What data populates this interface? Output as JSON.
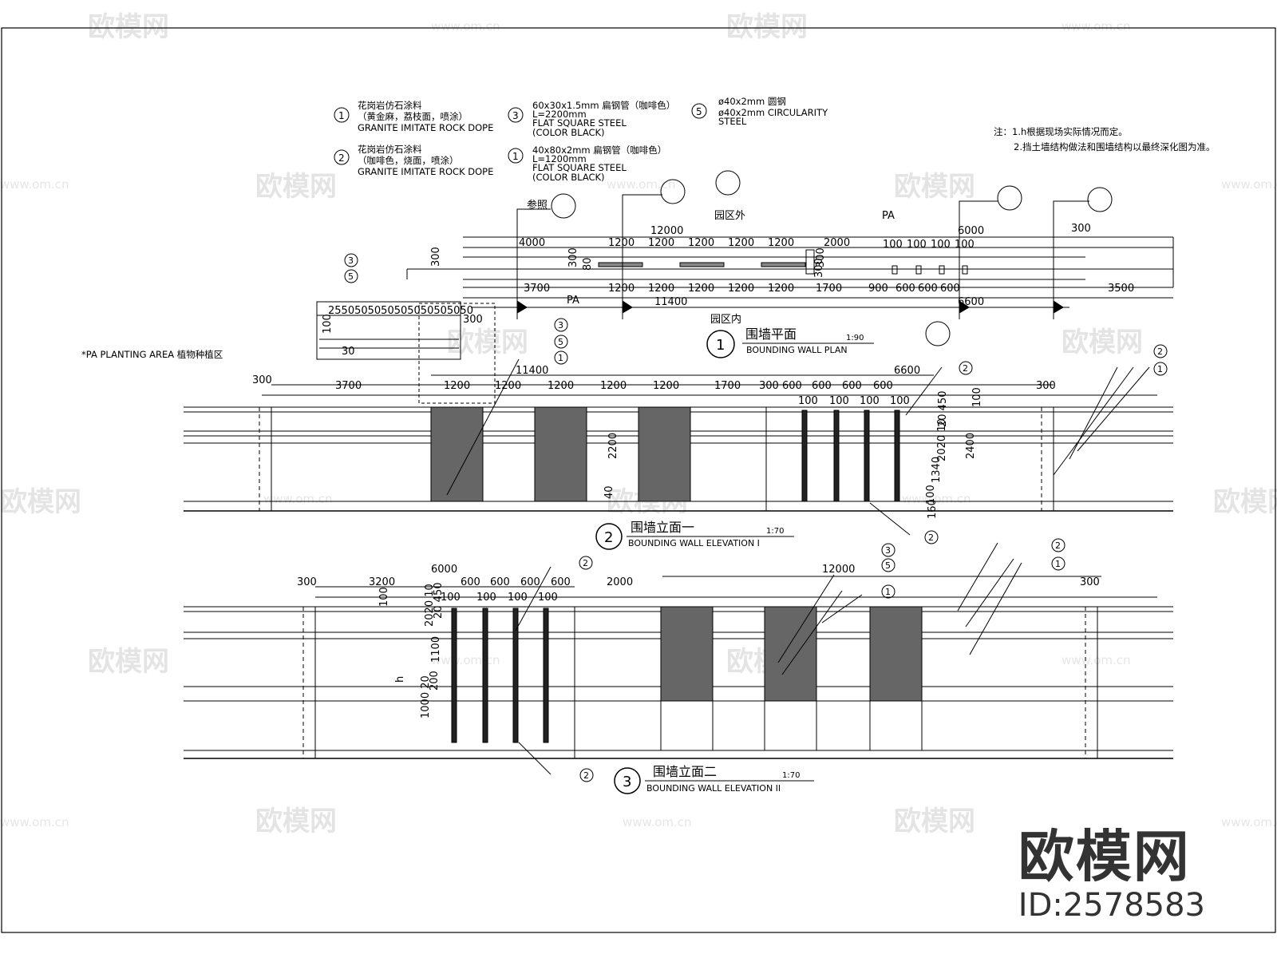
{
  "legend": {
    "items": [
      {
        "num": "1",
        "cn1": "花岗岩仿石涂料",
        "cn2": "（黄金麻，荔枝面，喷涂）",
        "en1": "GRANITE IMITATE ROCK DOPE",
        "en2": ""
      },
      {
        "num": "2",
        "cn1": "花岗岩仿石涂料",
        "cn2": "（咖啡色，烧面，喷涂）",
        "en1": "GRANITE IMITATE ROCK DOPE",
        "en2": ""
      },
      {
        "num": "3",
        "cn1": "60x30x1.5mm 扁钢管（咖啡色）",
        "cn2": "L=2200mm",
        "en1": "FLAT SQUARE STEEL",
        "en2": "(COLOR BLACK)"
      },
      {
        "num": "1",
        "cn1": "40x80x2mm 扁钢管（咖啡色）",
        "cn2": "L=1200mm",
        "en1": "FLAT SQUARE STEEL",
        "en2": "(COLOR BLACK)"
      },
      {
        "num": "5",
        "cn1": "ø40x2mm  圆钢",
        "cn2": "ø40x2mm  CIRCULARITY",
        "en1": "STEEL",
        "en2": ""
      }
    ]
  },
  "notes": {
    "line1": "注：1.h根据现场实际情况而定。",
    "line2": "2.挡土墙结构做法和围墙结构以最终深化图为准。"
  },
  "pa_note": "*PA   PLANTING AREA  植物种植区",
  "plan": {
    "outside_label": "园区外",
    "inside_label": "园区内",
    "pa_label_1": "PA",
    "pa_label_2": "PA",
    "ref_label": "参照",
    "title_num": "1",
    "title_cn": "围墙平面",
    "title_en": "BOUNDING WALL PLAN",
    "scale": "1:90",
    "top_dims": {
      "total_a": "12000",
      "total_b": "6000",
      "right_300": "300",
      "segs": [
        "4000",
        "1200",
        "1200",
        "1200",
        "1200",
        "1200",
        "2000",
        "100",
        "100",
        "100",
        "100"
      ]
    },
    "bottom_dims": {
      "total_a": "11400",
      "total_b": "6600",
      "segs": [
        "3700",
        "1200",
        "1200",
        "1200",
        "1200",
        "1200",
        "1700",
        "900",
        "600",
        "600",
        "600",
        "3500"
      ]
    },
    "side_dims": [
      "300",
      "300",
      "80",
      "300",
      "300"
    ],
    "detail_dims": [
      "2550505050505050505050",
      "100",
      "30",
      "300"
    ]
  },
  "elev1": {
    "title_num": "2",
    "title_cn": "围墙立面一",
    "title_en": "BOUNDING WALL ELEVATION I",
    "scale": "1:70",
    "top_total_a": "11400",
    "top_total_b": "6600",
    "segs": [
      "300",
      "3700",
      "1200",
      "1200",
      "1200",
      "1200",
      "1200",
      "1700",
      "300",
      "600",
      "600",
      "600",
      "600",
      "300"
    ],
    "post_dims": [
      "100",
      "100",
      "100",
      "100"
    ],
    "vert_dims": [
      "2200",
      "40",
      "20 450",
      "2020 10",
      "100",
      "2400",
      "1340",
      "100",
      "160"
    ]
  },
  "elev2": {
    "title_num": "3",
    "title_cn": "围墙立面二",
    "title_en": "BOUNDING WALL ELEVATION II",
    "scale": "1:70",
    "top_total_a": "6000",
    "top_total_b": "12000",
    "segs": [
      "300",
      "3200",
      "600",
      "600",
      "600",
      "600",
      "2000",
      "300"
    ],
    "post_dims": [
      "100",
      "100",
      "100",
      "100"
    ],
    "vert_dims": [
      "100",
      "2020 10",
      "20 450",
      "1100",
      "200",
      "h",
      "1000 20"
    ]
  },
  "callouts": [
    "1",
    "2",
    "3",
    "5"
  ],
  "watermark": {
    "big": "欧模网",
    "id": "ID:2578583",
    "small": "欧模网",
    "url": "www.om.cn"
  }
}
